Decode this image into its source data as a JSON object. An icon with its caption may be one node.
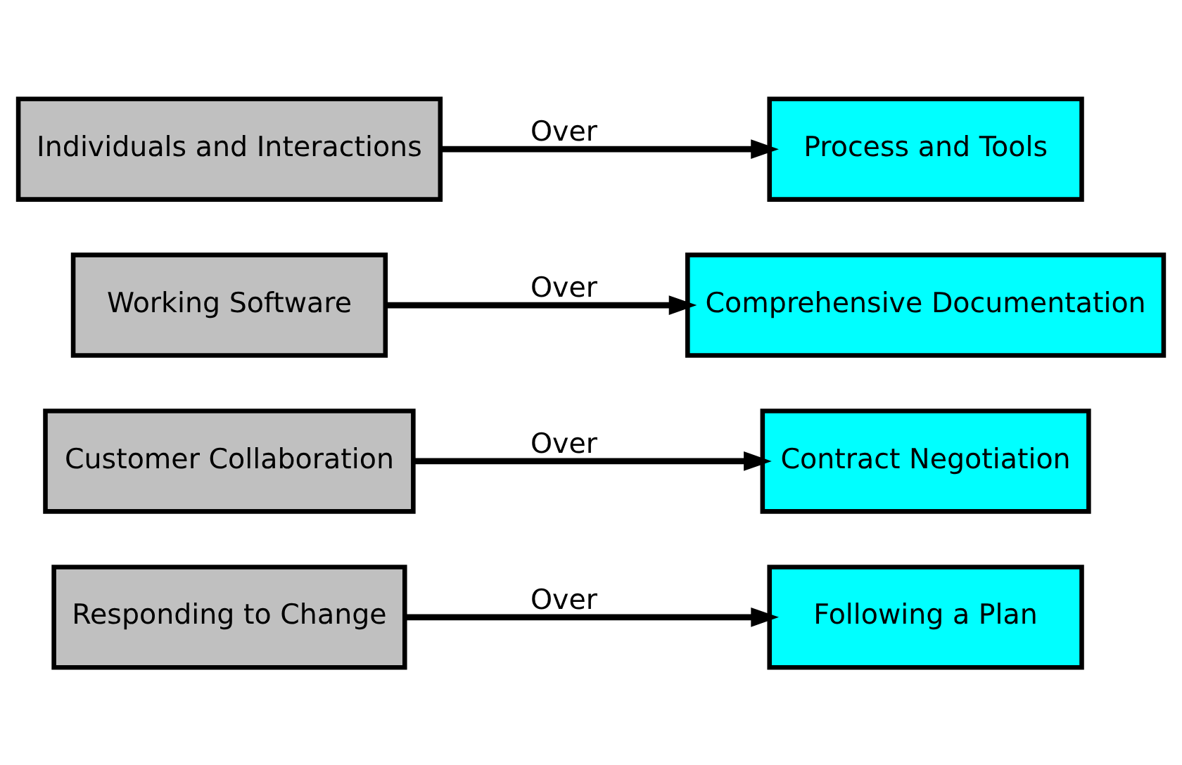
{
  "diagram": {
    "nodes": [
      {
        "text": [
          "Individuals and Interactions"
        ]
      },
      {
        "text": [
          "Process and Tools"
        ]
      },
      {
        "text": [
          "Working Software"
        ]
      },
      {
        "text": [
          "Comprehensive Documentation"
        ]
      },
      {
        "text": [
          "Customer Collaboration"
        ]
      },
      {
        "text": [
          "Contract Negotiation"
        ]
      },
      {
        "text": [
          "Responding to Change"
        ]
      },
      {
        "text": [
          "Following a Plan"
        ]
      }
    ],
    "edges": [
      {
        "from": 0,
        "to": 1,
        "arrow": "to",
        "label": "Over"
      },
      {
        "from": 2,
        "to": 3,
        "arrow": "to",
        "label": "Over"
      },
      {
        "from": 4,
        "to": 5,
        "arrow": "to",
        "label": "Over"
      },
      {
        "from": 6,
        "to": 7,
        "arrow": "to",
        "label": "Over"
      }
    ]
  }
}
